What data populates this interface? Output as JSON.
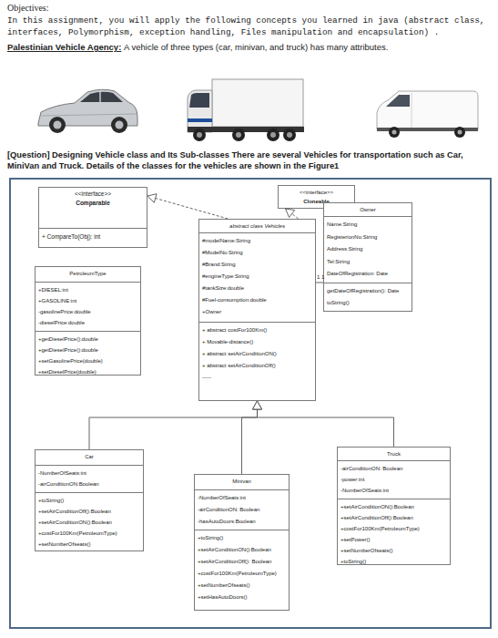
{
  "diagram": {
    "nodes": [
      {
        "text": [
          "<<interface>>",
          "Comparable",
          "+ CompareTo(Obj): int"
        ]
      },
      {
        "text": [
          "<<interface>>",
          "Cloneable"
        ]
      },
      {
        "text": [
          "Owner",
          "Name:String",
          "RegisterionNo:String",
          "Address:String",
          "Tel:String",
          "DateOfRegistration: Date",
          "getDateOfRegistration(): Date",
          "toString()"
        ]
      },
      {
        "text": [
          "abstract class Vehicles",
          "#modelName:String",
          "#ModelNo:String",
          "#Brand:String",
          "#engineType:String",
          "#tankSize:double",
          "#Fuel-consumption:double",
          "+Owner",
          "+ abstract costFor100Km()",
          "+ Movable-distance()",
          "+ abstract setAirConditionON()",
          "+ abstract setAirConditionOff()",
          "-----"
        ]
      },
      {
        "text": [
          "PetroleumType",
          "+DIESEL:int",
          "+GASOLINE:int",
          "-gasolinePrice:double",
          "-dieselPrice:double",
          "+getDieselPrice():double",
          "+getDieselPrice():double",
          "+setGasolinePrice(double)",
          "+setDieselPrice(double)"
        ]
      },
      {
        "text": [
          "Car",
          "-NumberOfSeats:int",
          "-airConditionON:Boolean",
          "+toString()",
          "+setAirConditionOff():Boolean",
          "+setAirConditionON():Boolean",
          "+costFor100Km(PetroleumType)",
          "+setNumberOfseats()"
        ]
      },
      {
        "text": [
          "Minivan",
          "-NumberOfSeats:int",
          "-airConditionON: Boolean",
          "-hasAutoDoors:Boolean",
          "+toString()",
          "+setAirConditionON():Boolean",
          "+setAirConditionOff(): Boolean",
          "+costFor100Km(PetroleumType)",
          "+setNumberOfseats()",
          "+setHasAutoDoors()"
        ]
      },
      {
        "text": [
          "Truck",
          "-airConditionON: Boolean",
          "-power:int",
          "-NumberOfSeats:int",
          "+setAirConditionON():Boolean",
          "+setAirConditionOff():Boolean",
          "+costFor100Km(PetroleumType)",
          "+setPower()",
          "+setNumberOfseats()",
          "+toString()"
        ]
      }
    ],
    "edges": [
      {
        "from": 3,
        "to": 0,
        "arrow": "to"
      },
      {
        "from": 3,
        "to": 1,
        "arrow": "to"
      },
      {
        "from": 3,
        "to": 2,
        "label": "1",
        "arrow": "none"
      },
      {
        "from": 5,
        "to": 3,
        "arrow": "to"
      },
      {
        "from": 6,
        "to": 3,
        "arrow": "to"
      },
      {
        "from": 7,
        "to": 3,
        "arrow": "to"
      }
    ],
    "labels": [
      "Objectives:",
      "In this assignment, you will apply the following concepts you learned in java (abstract class, interfaces, Polymorphism, exception handling, Files manipulation and encapsulation) .",
      "Palestinian Vehicle Agency:",
      "A vehicle of three types (car, minivan, and truck) has many attributes.",
      "[Question] Designing Vehicle class and Its Sub-classes There are several Vehicles for transportation such as Car, MiniVan and Truck. Details of the classes for the vehicles are shown in the Figure1",
      "1"
    ]
  }
}
